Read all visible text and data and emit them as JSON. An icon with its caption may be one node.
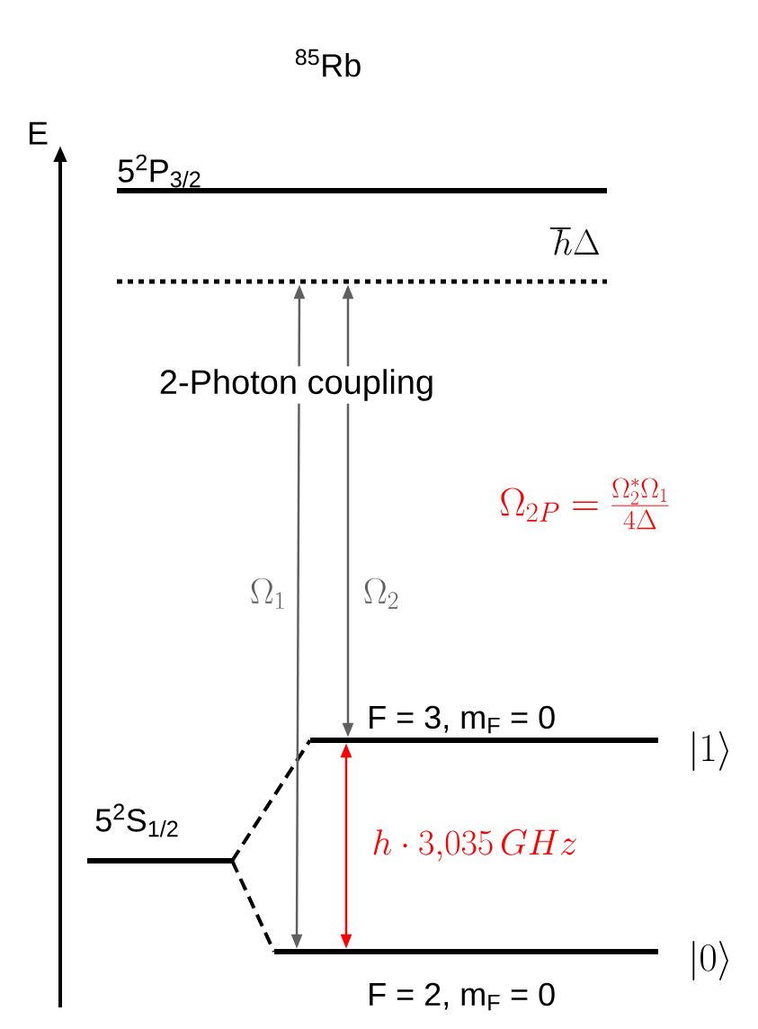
{
  "diagram": {
    "title": "$^{85}$Rb",
    "nodes": [
      {
        "text": [
          "5$^{2}$P$_{3/2}$"
        ]
      },
      {
        "text": [],
        "shape": "bar"
      },
      {
        "text": [
          "5$^{2}$S$_{1/2}$"
        ]
      },
      {
        "text": [
          "F = 3, m$_{F}$ = 0",
          "\\left|1\\right\\rangle"
        ]
      },
      {
        "text": [
          "F = 2, m$_{F}$ = 0",
          "\\left|0\\right\\rangle"
        ]
      }
    ],
    "edges": [
      {
        "from": 2,
        "to": 3,
        "arrow": "none",
        "style": "dashed"
      },
      {
        "from": 2,
        "to": 4,
        "arrow": "none",
        "style": "dashed"
      },
      {
        "from": 1,
        "to": 4,
        "arrow": "both",
        "label": "\\Omega_1",
        "color": "#606060"
      },
      {
        "from": 1,
        "to": 3,
        "arrow": "both",
        "label": "\\Omega_2",
        "color": "#606060"
      },
      {
        "from": 3,
        "to": 4,
        "arrow": "both",
        "label": "h\\cdot 3{,}035\\,GHz",
        "color": "#ff0000"
      }
    ],
    "labels": [
      "E",
      "\\hbar\\Delta",
      "2-Photon coupling",
      "\\Omega_{2P} = \\frac{\\Omega_2^{*}\\Omega_1}{4\\Delta}"
    ]
  }
}
